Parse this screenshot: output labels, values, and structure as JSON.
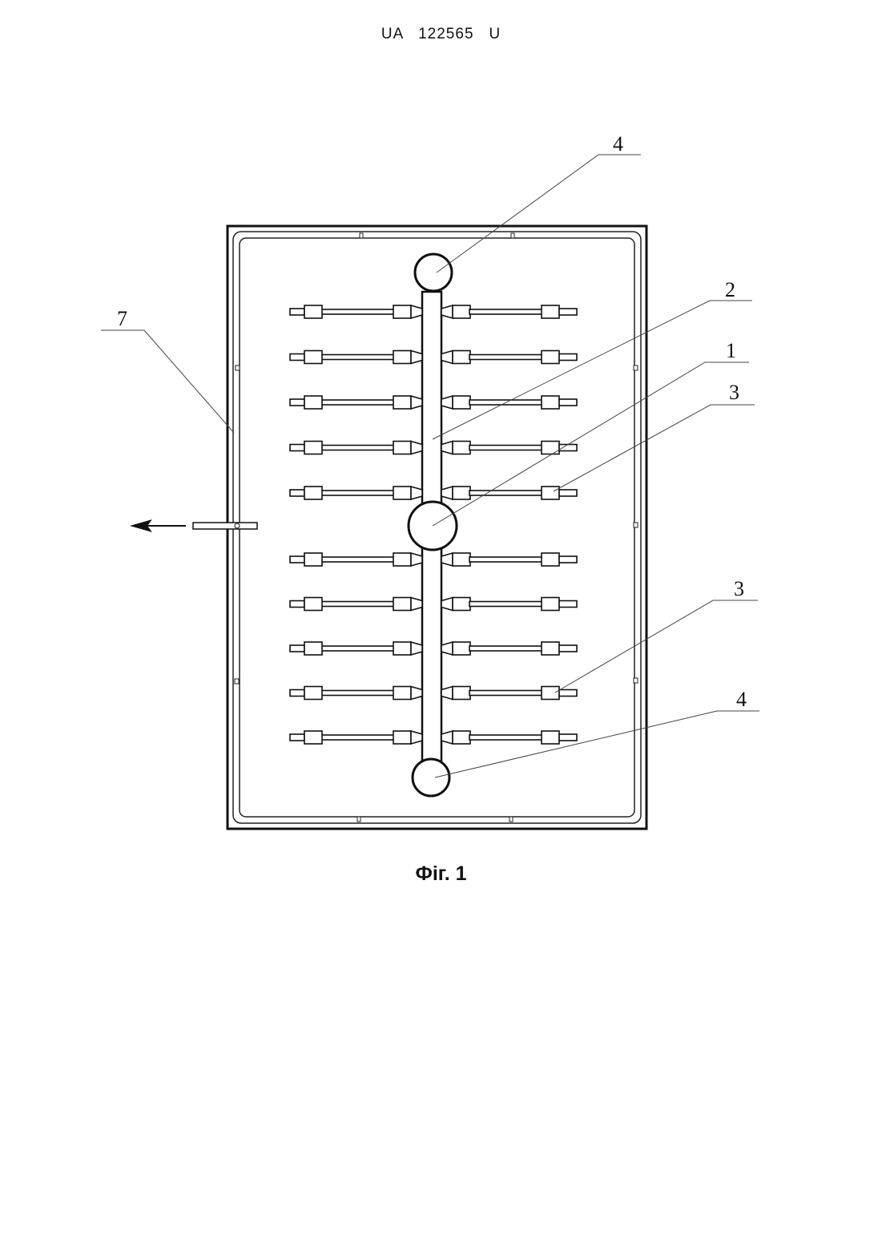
{
  "document": {
    "header": "UA   122565   U",
    "caption": "Фіг. 1"
  },
  "figure": {
    "callouts": {
      "top_collector": "4",
      "riser_tube": "2",
      "center_collector": "1",
      "connector_upper": "3",
      "frame": "7",
      "connector_lower": "3",
      "bottom_collector": "4"
    },
    "branch_rows_upper": 5,
    "branch_rows_lower": 5,
    "outlet_arrow": true
  }
}
